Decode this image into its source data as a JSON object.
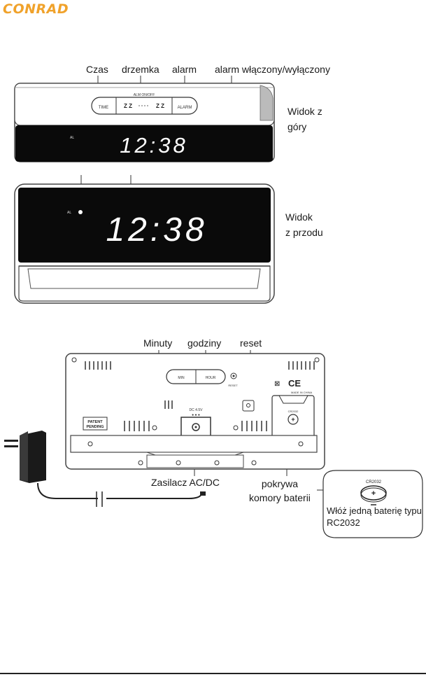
{
  "brand": "CONRAD",
  "top_view": {
    "callouts": [
      "Czas",
      "drzemka",
      "alarm",
      "alarm włączony/wyłączony"
    ],
    "caption_line1": "Widok z",
    "caption_line2": "góry",
    "button_time": "TIME",
    "button_alarm": "ALARM",
    "panel_label": "ALM ON/OFF",
    "snooze_text": "Z Z",
    "al_indicator": "AL",
    "display_time": "12:38"
  },
  "front_view": {
    "caption_line1": "Widok",
    "caption_line2": "z przodu",
    "al_indicator": "AL",
    "display_time": "12:38"
  },
  "back_view": {
    "callouts": [
      "Minuty",
      "godziny",
      "reset"
    ],
    "label_min": "MIN",
    "label_hour": "HOUR",
    "label_reset": "RESET",
    "dc_label": "DC 4.5V",
    "patent_line1": "PATENT",
    "patent_line2": "PENDING",
    "made_in": "MADE IN CHINA",
    "battery_small": "CR2032",
    "ac_dc": "Zasilacz AC/DC",
    "cover_line1": "pokrywa",
    "cover_line2": "komory baterii"
  },
  "battery_callout": {
    "battery_label": "CR2032",
    "note_line1": "Włóż jedną baterię typu",
    "note_line2": "RC2032"
  }
}
